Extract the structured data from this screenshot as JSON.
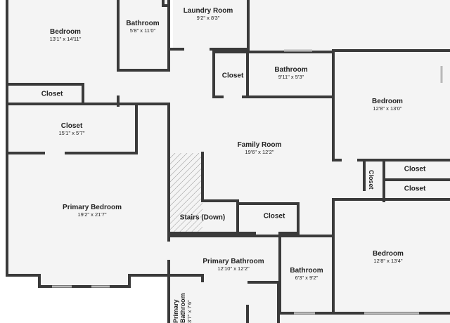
{
  "floor_plan": {
    "colors": {
      "wall": "#3a3a3a",
      "floor": "#f4f4f4",
      "stair_hatch": "#9a9a9a",
      "window": "#b9b9b9"
    },
    "rooms": {
      "bedroom_nw": {
        "name": "Bedroom",
        "dims": "13'1\" x 14'11\""
      },
      "bathroom_n": {
        "name": "Bathroom",
        "dims": "5'8\" x 11'0\""
      },
      "laundry": {
        "name": "Laundry Room",
        "dims": "9'2\" x 8'3\""
      },
      "closet_nw": {
        "name": "Closet"
      },
      "closet_big": {
        "name": "Closet",
        "dims": "15'1\" x 5'7\""
      },
      "closet_center_top": {
        "name": "Closet"
      },
      "bathroom_center": {
        "name": "Bathroom",
        "dims": "9'11\" x 5'3\""
      },
      "bedroom_ne": {
        "name": "Bedroom",
        "dims": "12'8\" x 13'0\""
      },
      "family_room": {
        "name": "Family Room",
        "dims": "19'6\" x 12'2\""
      },
      "closet_vertical": {
        "name": "Closet"
      },
      "closet_e1": {
        "name": "Closet"
      },
      "closet_e2": {
        "name": "Closet"
      },
      "primary_bedroom": {
        "name": "Primary Bedroom",
        "dims": "19'2\" x 21'7\""
      },
      "stairs": {
        "name": "Stairs (Down)"
      },
      "closet_center": {
        "name": "Closet"
      },
      "primary_bathroom": {
        "name": "Primary Bathroom",
        "dims": "12'10\" x 12'2\""
      },
      "bathroom_s": {
        "name": "Bathroom",
        "dims": "6'3\" x 9'2\""
      },
      "bedroom_se": {
        "name": "Bedroom",
        "dims": "12'8\" x 13'4\""
      },
      "primary_bathroom_small": {
        "name_line1": "Primary",
        "name_line2": "Bathroom",
        "dims": "3'7\" x 7'6\""
      }
    }
  }
}
